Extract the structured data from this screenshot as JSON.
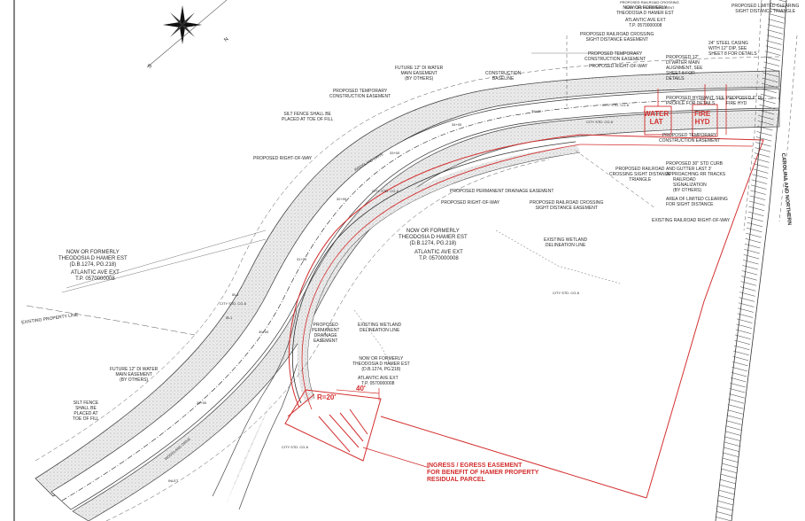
{
  "labels": {
    "water_lat": "WATER\nLAT",
    "fire_hyd": "FIRE\nHYD",
    "radius": "R=20'",
    "width_40": "40'",
    "easement": "INGRESS / EGRESS EASEMENT\nFOR BENEFIT OF HAMER PROPERTY\nRESIDUAL PARCEL",
    "owner_top": "NOW OR FORMERLY\nTHEODOSIA D HAMER EST",
    "atlantic_top": "ATLANTIC AVE EXT\nT.P. 0570000008",
    "owner_mid": "NOW OR FORMERLY\nTHEODOSIA D HAMER EST\n(D.B.1274, PG.218)",
    "atlantic_mid": "ATLANTIC AVE EXT\nT.P. 0570000008",
    "owner_left": "NOW OR FORMERLY\nTHEODOSIA D HAMER EST\n(D.B.1274, PG.218)",
    "atlantic_left": "ATLANTIC AVE EXT\nT.P. 0570000008",
    "owner_low": "NOW OR FORMERLY\nTHEODOSIA D HAMER EST\n(D.B.1274, PG.218)",
    "atlantic_low": "ATLANTIC AVE EXT\nT.P. 0570000008",
    "rr_easement": "PROPOSED RAILROAD CROSSING\nSIGHT DISTANCE EASEMENT",
    "temp_const": "PROPOSED TEMPORARY\nCONSTRUCTION EASEMENT",
    "row_top": "PROPOSED RIGHT-OF-WAY",
    "steel_casing": "24\" STEEL CASING\nWITH 12\" DIP, SEE\nSHEET 8 FOR DETAILS",
    "water_main": "PROPOSED 12\"\nDI WATER MAIN\nALIGNMENT, SEE\nSHEET 8 FOR\nDETAILS",
    "future_water_top": "FUTURE 12\" DI WATER\nMAIN EASEMENT\n(BY OTHERS)",
    "construction_baseline": "CONSTRUCTION\nBASELINE",
    "temp_const_mid": "PROPOSED TEMPORARY\nCONSTRUCTION EASEMENT",
    "silt_fence_top": "SILT FENCE SHALL BE\nPLACED AT TOE OF FILL",
    "row_left": "PROPOSED RIGHT-OF-WAY",
    "perm_drainage": "PROPOSED PERMANENT DRAINAGE EASEMENT",
    "row_mid": "PROPOSED RIGHT-OF-WAY",
    "rr_sight": "PROPOSED RAILROAD CROSSING\nSIGHT DISTANCE EASEMENT",
    "temp_const_cl": "PROPOSED TEMPORARY\nCONSTRUCTION EASEMENT",
    "rr_triangle": "PROPOSED RAILROAD\nCROSSING SIGHT DISTANCE\nTRIANGLE",
    "curb_gutter": "PROPOSED 30\" STD CURB\nAND GUTTER LAST 3'\nAPPROACHING RR TRACKS",
    "rr_signal": "RAILROAD\nSIGNALIZATION\n(BY OTHERS)",
    "limited_clearing": "AREA OF LIMITED CLEARING\nFOR SIGHT DISTANCE",
    "existing_rr_row": "EXISTING RAILROAD RIGHT-OF-WAY",
    "wetland_top": "EXISTING WETLAND\nDELINEATION LINE",
    "wetland_mid": "EXISTING WETLAND\nDELINEATION LINE",
    "perm_drainage_left": "PROPOSED\nPERMANENT\nDRAINAGE\nEASEMENT",
    "existing_prop_line": "EXISTING PROPERTY LINE",
    "future_water_left": "FUTURE 12\" DI WATER\nMAIN EASEMENT\n(BY OTHERS)",
    "silt_fence_left": "SILT FENCE\nSHALL BE\nPLACED AT\nTOE OF FILL",
    "limited_clearing_top": "PROPOSED LIMITED CLEARING\nSIGHT DISTANCE TRIANGLE",
    "rr_easement_top": "PROPOSED RAILROAD CROSSING\nSIGHT DISTANCE EASEMENT",
    "hydrant": "PROPOSED HYDRANT, SEE\nPROFILE FOR DETAILS",
    "fire_hyd_note": "PROPOSED 6\" DI\nFIRE HYD",
    "carolina_northern": "CAROLINA AND NORTHERN",
    "north_n": "N",
    "north_s": "S",
    "city_std_1": "CITY STD. CG-6",
    "city_std_2": "CITY STD. CG-6",
    "city_std_3": "CITY STD. CG-6",
    "city_std_4": "CITY STD. CG-6",
    "city_std_5": "CITY STD. CG-6",
    "city_std_6": "CITY STD. CG-6",
    "sta_1": "35+00",
    "sta_2": "34+00",
    "sta_3": "33+00",
    "sta_4": "32+00",
    "sta_5": "31+00",
    "sta_6": "30+00",
    "sta_7": "29+00",
    "ib1": "IB-2",
    "ib2": "IB-1",
    "ib3": "INLET",
    "side_1": "WOODLAND DRIVE",
    "side_2": "WOODLAND DRIVE"
  },
  "colors": {
    "ink": "#2a2a2a",
    "red": "#d32f2f",
    "gray_fill": "#d9d9d9"
  }
}
